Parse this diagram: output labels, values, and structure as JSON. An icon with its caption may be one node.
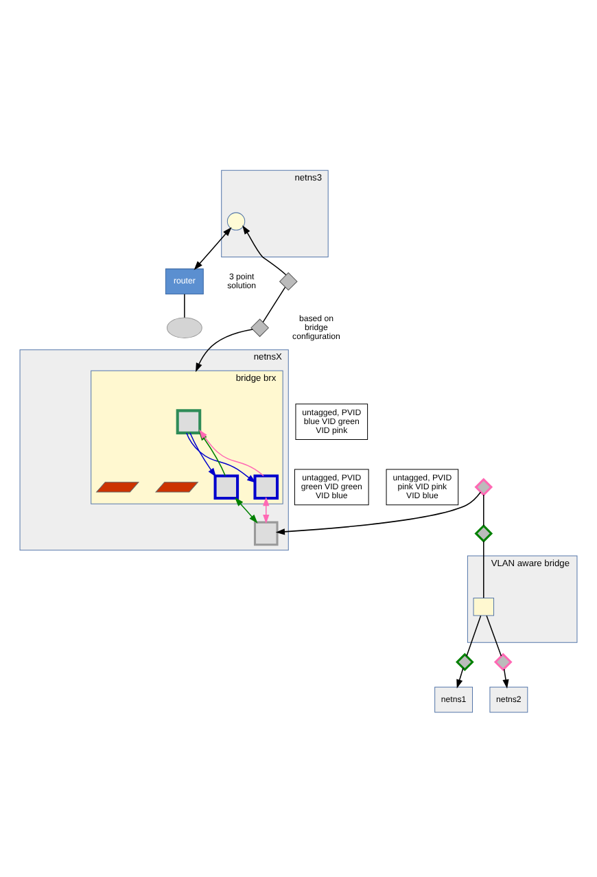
{
  "diagram": {
    "nodes": [
      {
        "text": [
          "netns3"
        ]
      },
      {
        "text": [],
        "shape": "circle",
        "in": 0
      },
      {
        "text": [
          "router"
        ]
      },
      {
        "text": [],
        "shape": "cloud"
      },
      {
        "text": [],
        "shape": "diamond"
      },
      {
        "text": [],
        "shape": "diamond"
      },
      {
        "text": [
          "netnsX"
        ]
      },
      {
        "text": [
          "bridge brx"
        ],
        "in": 6
      },
      {
        "text": [],
        "shape": "box",
        "in": 7
      },
      {
        "text": [],
        "shape": "parallelogram",
        "in": 7
      },
      {
        "text": [],
        "shape": "parallelogram",
        "in": 7
      },
      {
        "text": [],
        "shape": "box",
        "in": 7
      },
      {
        "text": [],
        "shape": "box",
        "in": 7
      },
      {
        "text": [],
        "shape": "box",
        "in": 6
      },
      {
        "text": [],
        "shape": "diamond"
      },
      {
        "text": [],
        "shape": "diamond"
      },
      {
        "text": [
          "VLAN aware bridge"
        ]
      },
      {
        "text": [],
        "shape": "box",
        "in": 16
      },
      {
        "text": [],
        "shape": "diamond"
      },
      {
        "text": [],
        "shape": "diamond"
      },
      {
        "text": [
          "netns1"
        ]
      },
      {
        "text": [
          "netns2"
        ]
      },
      {
        "text": [
          "untagged, PVID blue VID green VID pink"
        ]
      },
      {
        "text": [
          "untagged, PVID green VID green VID blue"
        ]
      },
      {
        "text": [
          "untagged, PVID pink VID pink VID blue"
        ]
      }
    ],
    "edges": [
      {
        "from": 1,
        "to": 2,
        "arrow": "both"
      },
      {
        "from": 2,
        "to": 3,
        "arrow": "none"
      },
      {
        "from": 4,
        "to": 1,
        "arrow": "to"
      },
      {
        "from": 4,
        "to": 5,
        "arrow": "none"
      },
      {
        "from": 5,
        "to": 7,
        "arrow": "to"
      },
      {
        "from": 11,
        "to": 8,
        "arrow": "to",
        "color": "#008000"
      },
      {
        "from": 8,
        "to": 11,
        "arrow": "to",
        "color": "#0000cc"
      },
      {
        "from": 8,
        "to": 12,
        "arrow": "to",
        "color": "#0000cc"
      },
      {
        "from": 12,
        "to": 8,
        "arrow": "to",
        "color": "#ff69b4"
      },
      {
        "from": 11,
        "to": 13,
        "arrow": "both",
        "color": "#008000"
      },
      {
        "from": 12,
        "to": 13,
        "arrow": "both",
        "color": "#ff69b4"
      },
      {
        "from": 14,
        "to": 13,
        "arrow": "to"
      },
      {
        "from": 14,
        "to": 15,
        "arrow": "none"
      },
      {
        "from": 15,
        "to": 17,
        "arrow": "none"
      },
      {
        "from": 17,
        "to": 18,
        "arrow": "none"
      },
      {
        "from": 17,
        "to": 19,
        "arrow": "none"
      },
      {
        "from": 18,
        "to": 20,
        "arrow": "to"
      },
      {
        "from": 19,
        "to": 21,
        "arrow": "to"
      }
    ],
    "labels": [
      "3 point solution",
      "based on bridge configuration"
    ]
  }
}
